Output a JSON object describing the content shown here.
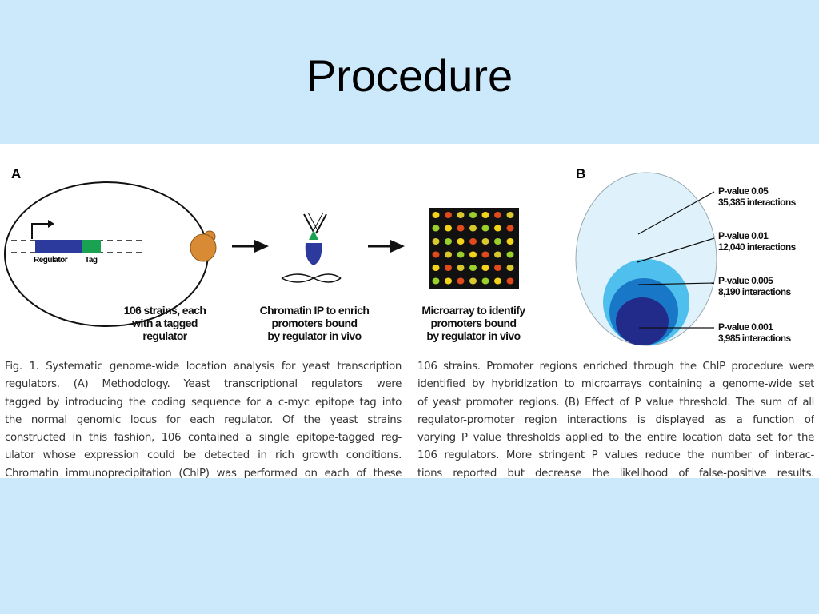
{
  "slide": {
    "title": "Procedure"
  },
  "figure": {
    "panel_a": {
      "letter": "A",
      "gene_labels": {
        "regulator": "Regulator",
        "tag": "Tag"
      },
      "steps": [
        "106 strains, each\nwith a tagged\nregulator",
        "Chromatin IP to enrich\npromoters bound\nby regulator in vivo",
        "Microarray to identify\npromoters bound\nby regulator in vivo"
      ]
    },
    "panel_b": {
      "letter": "B",
      "thresholds": [
        {
          "label": "P-value 0.05",
          "interactions": "35,385 interactions",
          "value": 0.05,
          "count": 35385,
          "color": "#dff1fa"
        },
        {
          "label": "P-value 0.01",
          "interactions": "12,040 interactions",
          "value": 0.01,
          "count": 12040,
          "color": "#4fc0ee"
        },
        {
          "label": "P-value 0.005",
          "interactions": "8,190 interactions",
          "value": 0.005,
          "count": 8190,
          "color": "#1877c6"
        },
        {
          "label": "P-value 0.001",
          "interactions": "3,985 interactions",
          "value": 0.001,
          "count": 3985,
          "color": "#222a8a"
        }
      ]
    },
    "caption": {
      "left_lines": [
        "Fig. 1. Systematic genome-wide location analysis for yeast transcription",
        "regulators. (A) Methodology. Yeast transcriptional regulators were",
        "tagged by introducing the coding sequence for a c-myc epitope tag into",
        "the normal genomic locus for each regulator. Of the yeast strains",
        "constructed in this fashion, 106 contained a single epitope-tagged reg-",
        "ulator whose expression could be detected in rich growth conditions.",
        "Chromatin immunoprecipitation (ChIP) was performed on each of these"
      ],
      "right_lines": [
        "106 strains. Promoter regions enriched through the ChIP procedure were",
        "identified by hybridization to microarrays containing a genome-wide set",
        "of yeast promoter regions. (B) Effect of P value threshold. The sum of all",
        "regulator-promoter region interactions is displayed as a function of",
        "varying P value thresholds applied to the entire location data set for the",
        "106 regulators. More stringent P values reduce the number of interac-",
        "tions reported but decrease the likelihood of false-positive results."
      ]
    }
  }
}
